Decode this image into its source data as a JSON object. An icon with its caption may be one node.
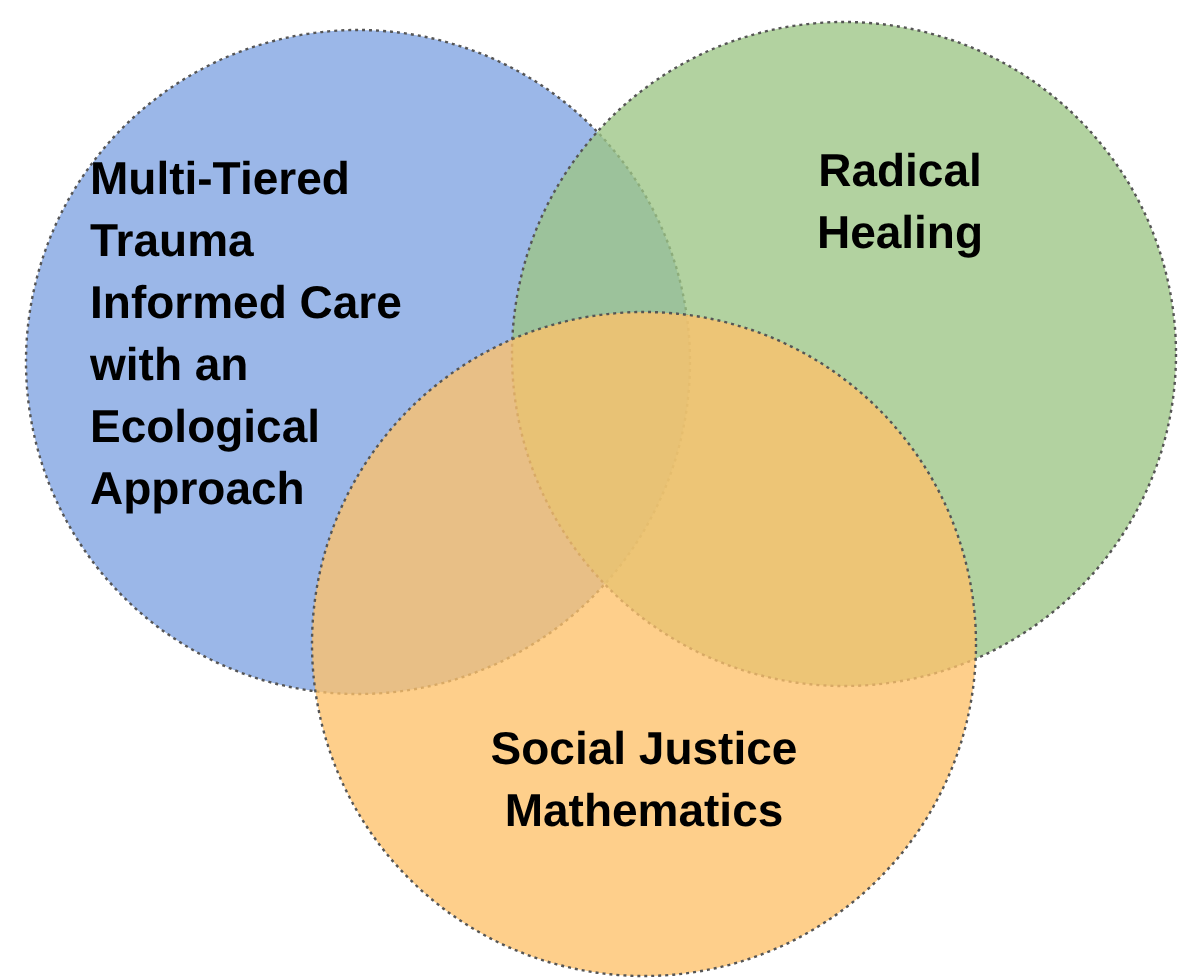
{
  "diagram": {
    "nodes": [
      {
        "text": [
          "Multi-Tiered Trauma Informed Care with an Ecological Approach"
        ]
      },
      {
        "text": [
          "Radical Healing"
        ]
      },
      {
        "text": [
          "Social Justice Mathematics"
        ]
      }
    ]
  }
}
